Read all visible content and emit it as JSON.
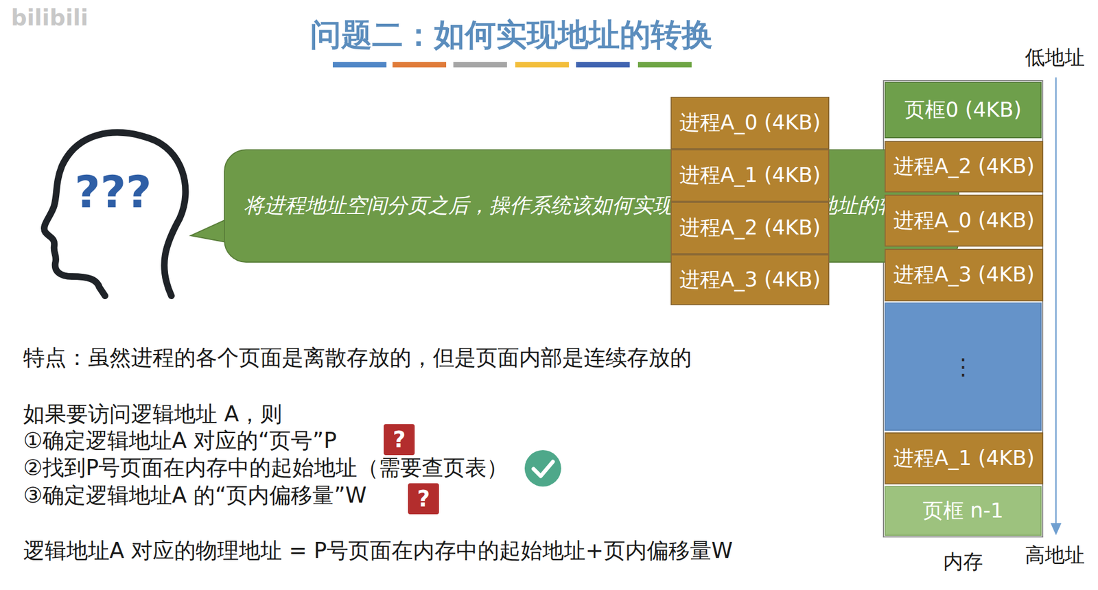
{
  "diagram": {
    "title": "问题二：如何实现地址的转换",
    "nodes": [
      {
        "text": [
          "将进程地址空间分页之后，操作系统该如何实现逻辑地址到物理地址的转换？"
        ]
      },
      {
        "text": [
          "进程A_0 (4KB)"
        ]
      },
      {
        "text": [
          "进程A_1 (4KB)"
        ]
      },
      {
        "text": [
          "进程A_2 (4KB)"
        ]
      },
      {
        "text": [
          "进程A_3 (4KB)"
        ]
      },
      {
        "text": [
          "页框0 (4KB)"
        ]
      },
      {
        "text": [
          "进程A_2 (4KB)"
        ]
      },
      {
        "text": [
          "进程A_0 (4KB)"
        ]
      },
      {
        "text": [
          "进程A_3 (4KB)"
        ]
      },
      {
        "text": [
          "⋮"
        ]
      },
      {
        "text": [
          "进程A_1 (4KB)"
        ]
      },
      {
        "text": [
          "页框 n-1"
        ]
      }
    ],
    "labels": [
      "bilibili",
      "???",
      "特点：虽然进程的各个页面是离散存放的，但是页面内部是连续存放的",
      "如果要访问逻辑地址 A，则",
      "①确定逻辑地址A 对应的“页号”P",
      "?",
      "②找到P号页面在内存中的起始地址（需要查页表）",
      "③确定逻辑地址A 的“页内偏移量”W",
      "?",
      "逻辑地址A 对应的物理地址 = P号页面在内存中的起始地址+页内偏移量W",
      "低地址",
      "高地址",
      "内存"
    ]
  }
}
